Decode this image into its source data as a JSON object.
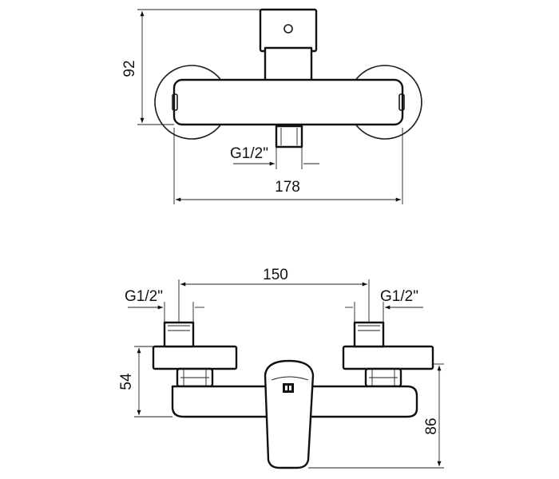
{
  "top_view": {
    "height_dim": "92",
    "width_dim": "178",
    "outlet_thread": "G1/2\""
  },
  "front_view": {
    "inlet_spacing_dim": "150",
    "left_thread": "G1/2\"",
    "right_thread": "G1/2\"",
    "left_height_dim": "54",
    "right_height_dim": "86"
  }
}
